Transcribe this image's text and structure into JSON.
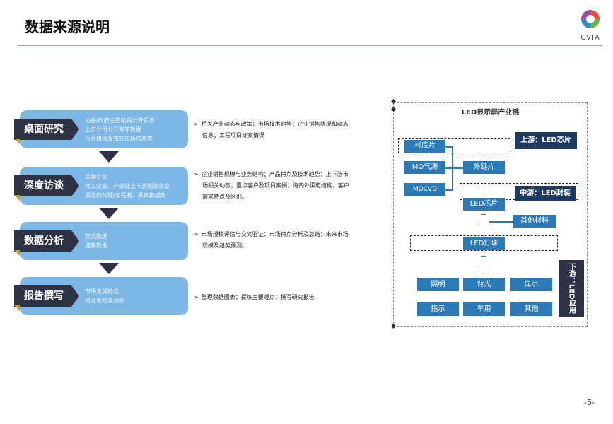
{
  "header": {
    "title": "数据来源说明",
    "logo_text": "CVIA"
  },
  "stages": [
    {
      "label": "桌面研究",
      "items": [
        "协会/政府主管机构公开信息",
        "上市公司公开发布数据",
        "行业媒体发布的市场信息等"
      ],
      "desc": [
        "相关产业动态与政策；市场技术趋势；企业销售状况和动态",
        "信息；工程项目标案情况"
      ]
    },
    {
      "label": "深度访谈",
      "items": [
        "品牌企业",
        "代工企业、产业链上下游相关企业",
        "渠道的代理/工程商、系统集成商"
      ],
      "desc": [
        "企业销售规模与业务结构；产品特点及技术趋势；上下游市",
        "场相关动态；重点客户及项目案例；海内外渠道结构，客户",
        "需求特点及区别。"
      ]
    },
    {
      "label": "数据分析",
      "items": [
        "交流数据",
        "搜集数据"
      ],
      "desc": [
        "市场规模评估与交叉验证；市场特点分析及总结；未来市场",
        "规模及趋势预测。"
      ]
    },
    {
      "label": "报告撰写",
      "items": [
        "市场发展特点",
        "结论总结及预测"
      ],
      "desc": [
        "整理数据图表；提炼主要观点；撰写研究报告"
      ]
    }
  ],
  "chain": {
    "title": "LED显示屏产业链",
    "upstream": "上游：LED芯片",
    "midstream": "中游：LED封装",
    "downstream": "下游：LED应用",
    "substrate": "衬底片",
    "mo_source": "MO气源",
    "mocvd": "MOCVD",
    "epi": "外延片",
    "chip": "LED芯片",
    "other_materials": "其他材料",
    "bead": "LED灯珠",
    "apps": [
      "照明",
      "背光",
      "显示",
      "指示",
      "车用",
      "其他"
    ]
  },
  "footer": {
    "page": "-5-"
  }
}
